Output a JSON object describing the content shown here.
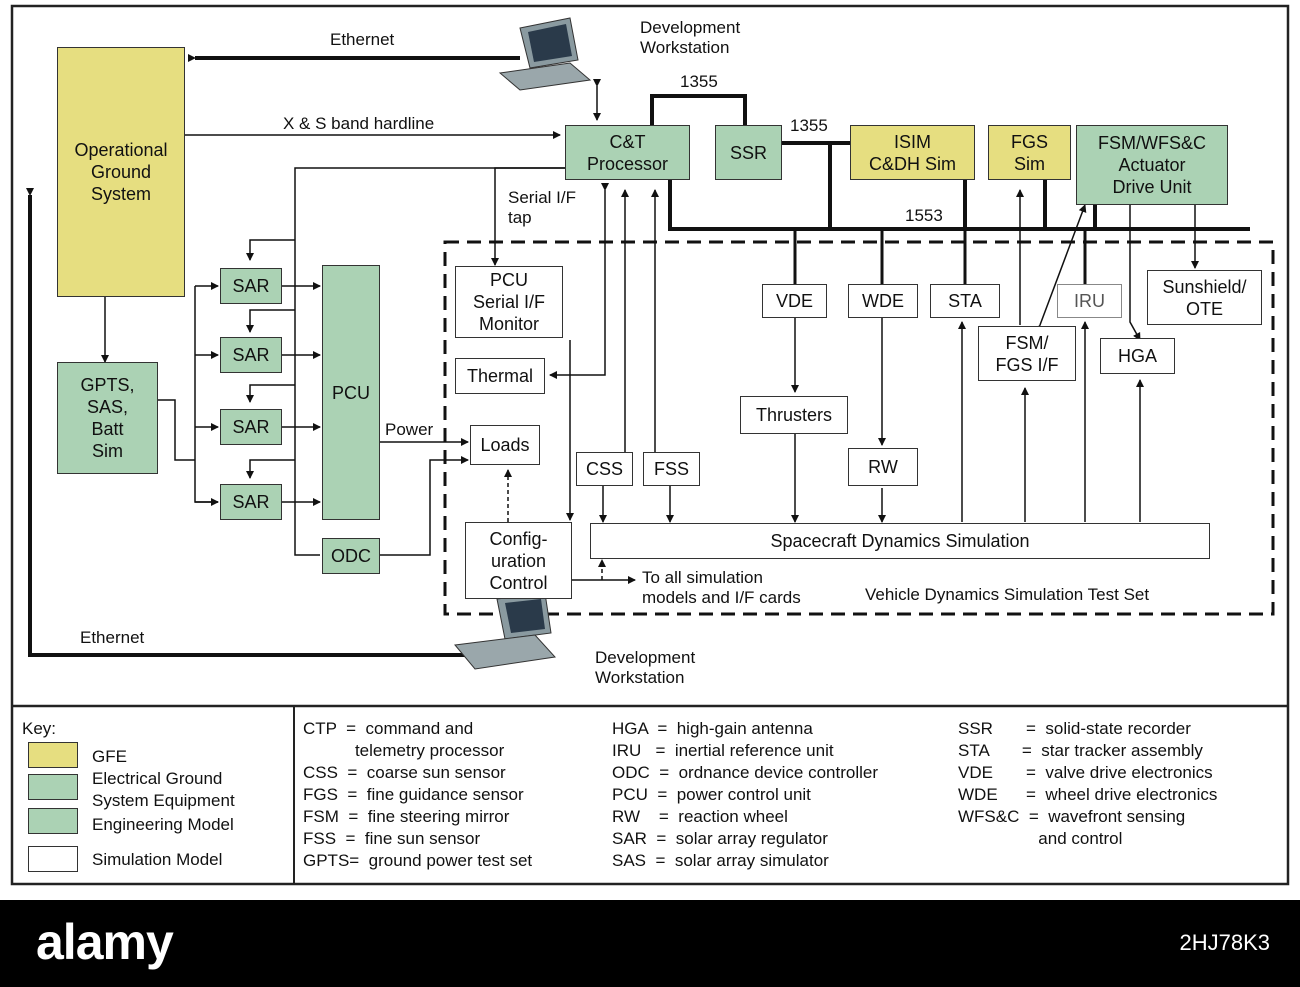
{
  "diagram": {
    "boxes": {
      "ogs": "Operational\nGround\nSystem",
      "ctp": "C&T\nProcessor",
      "ssr": "SSR",
      "isim": "ISIM\nC&DH Sim",
      "fgs_sim": "FGS\nSim",
      "fsm_adu": "FSM/WFS&C\nActuator\nDrive Unit",
      "gpts": "GPTS,\nSAS,\nBatt\nSim",
      "sar1": "SAR",
      "sar2": "SAR",
      "sar3": "SAR",
      "sar4": "SAR",
      "pcu": "PCU",
      "odc": "ODC",
      "pcu_mon": "PCU\nSerial I/F\nMonitor",
      "thermal": "Thermal",
      "loads": "Loads",
      "config": "Config-\nuration\nControl",
      "css": "CSS",
      "fss": "FSS",
      "vde": "VDE",
      "wde": "WDE",
      "sta": "STA",
      "iru": "IRU",
      "sunshield": "Sunshield/\nOTE",
      "fsm_fgs": "FSM/\nFGS I/F",
      "hga": "HGA",
      "thrusters": "Thrusters",
      "rw": "RW",
      "sds": "Spacecraft Dynamics Simulation"
    },
    "labels": {
      "ethernet_top": "Ethernet",
      "dev_ws_top": "Development\nWorkstation",
      "xs_band": "X & S band hardline",
      "bus_1355_a": "1355",
      "bus_1355_b": "1355",
      "bus_1553": "1553",
      "serial_tap": "Serial I/F\ntap",
      "power": "Power",
      "to_all": "To all simulation\nmodels and I/F cards",
      "vdsts": "Vehicle Dynamics Simulation Test Set",
      "ethernet_bottom": "Ethernet",
      "dev_ws_bottom": "Development\nWorkstation"
    }
  },
  "key": {
    "title": "Key:",
    "items": [
      {
        "label": "GFE",
        "color": "#e6de80"
      },
      {
        "label": "Electrical Ground\nSystem Equipment",
        "color": "#abd2b4"
      },
      {
        "label": "Engineering Model",
        "color": "#abd2b4"
      },
      {
        "label": "Simulation Model",
        "color": "#ffffff"
      }
    ],
    "abbrev_col1": "CTP  =  command and\n           telemetry processor\nCSS  =  coarse sun sensor\nFGS  =  fine guidance sensor\nFSM  =  fine steering mirror\nFSS  =  fine sun sensor\nGPTS=  ground power test set",
    "abbrev_col2": "HGA  =  high-gain antenna\nIRU   =  inertial reference unit\nODC  =  ordnance device controller\nPCU  =  power control unit\nRW    =  reaction wheel\nSAR  =  solar array regulator\nSAS  =  solar array simulator",
    "abbrev_col3": "SSR       =  solid-state recorder\nSTA       =  star tracker assembly\nVDE       =  valve drive electronics\nWDE      =  wheel drive electronics\nWFS&C  =  wavefront sensing\n                 and control"
  },
  "watermark": {
    "logo": "alamy",
    "stock_id": "2HJ78K3"
  },
  "colors": {
    "gfe": "#e6de80",
    "egse": "#abd2b4",
    "sim": "#ffffff",
    "band": "#000000"
  }
}
